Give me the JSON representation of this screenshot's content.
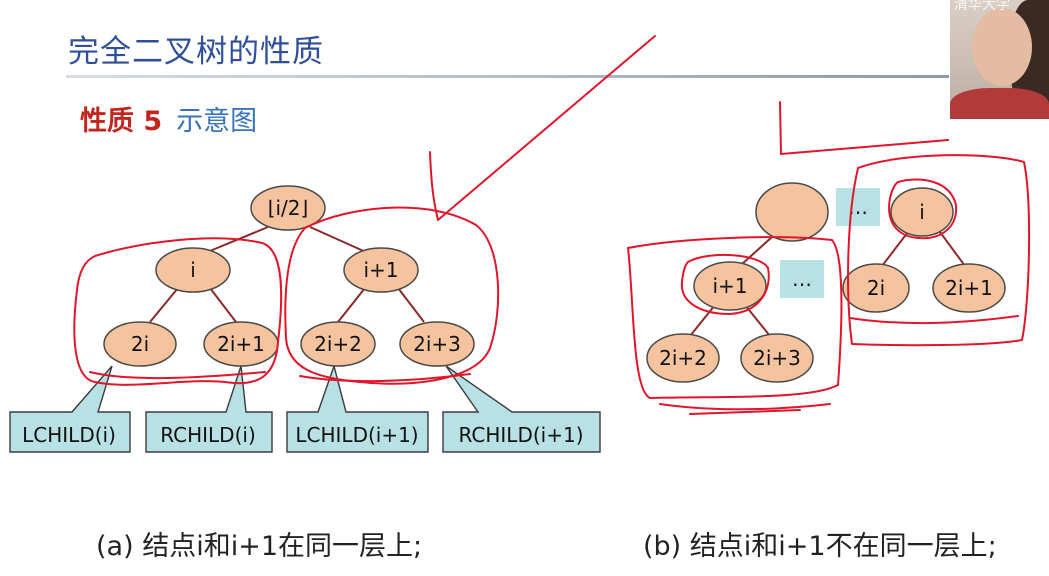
{
  "slide": {
    "title": "完全二叉树的性质",
    "property_label": "性质 5",
    "property_desc": "示意图"
  },
  "diagram_a": {
    "nodes": {
      "root": "⌊i/2⌋",
      "i": "i",
      "i1": "i+1",
      "n2i": "2i",
      "n2i1": "2i+1",
      "n2i2": "2i+2",
      "n2i3": "2i+3"
    },
    "callouts": {
      "lchild_i": "LCHILD(i)",
      "rchild_i": "RCHILD(i)",
      "lchild_i1": "LCHILD(i+1)",
      "rchild_i1": "RCHILD(i+1)"
    },
    "caption": "(a) 结点i和i+1在同一层上;"
  },
  "diagram_b": {
    "nodes": {
      "blank": "",
      "i": "i",
      "i1": "i+1",
      "n2i": "2i",
      "n2i1": "2i+1",
      "n2i2": "2i+2",
      "n2i3": "2i+3"
    },
    "dots_top": "…",
    "dots_mid": "…",
    "caption": "(b) 结点i和i+1不在同一层上;"
  },
  "webcam": {
    "watermark": "清华大学"
  },
  "colors": {
    "node_fill": "#f5c49e",
    "callout_fill": "#b7e1e5",
    "edge": "#8b2a2a",
    "annotation_ink": "#e0162b",
    "title": "#2f4f9a",
    "property": "#c0261d"
  }
}
